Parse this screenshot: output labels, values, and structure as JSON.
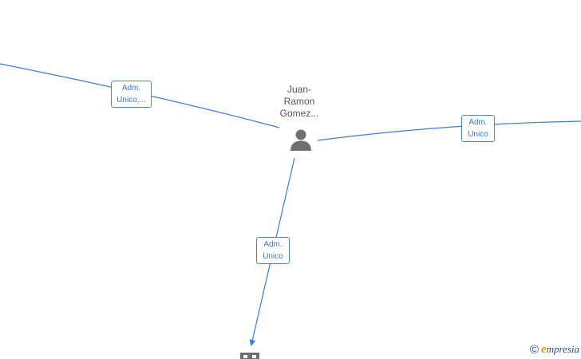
{
  "person": {
    "name_lines": [
      "Juan-",
      "Ramon",
      "Gomez..."
    ],
    "icon": "person-icon"
  },
  "edges": [
    {
      "id": "left",
      "label_lines": [
        "Adm.",
        "Unico,..."
      ]
    },
    {
      "id": "right",
      "label_lines": [
        "Adm.",
        "Unico"
      ]
    },
    {
      "id": "down",
      "label_lines": [
        "Adm.",
        "Unico"
      ]
    }
  ],
  "company_node": {
    "icon": "building-icon"
  },
  "watermark": {
    "copyright_symbol": "©",
    "brand_initial": "e",
    "brand_rest": "mpresia"
  },
  "colors": {
    "edge": "#3a7bd5",
    "label_border": "#4a86d4",
    "label_text": "#3a78c9",
    "node_icon": "#707070",
    "brand_accent": "#f29400"
  }
}
